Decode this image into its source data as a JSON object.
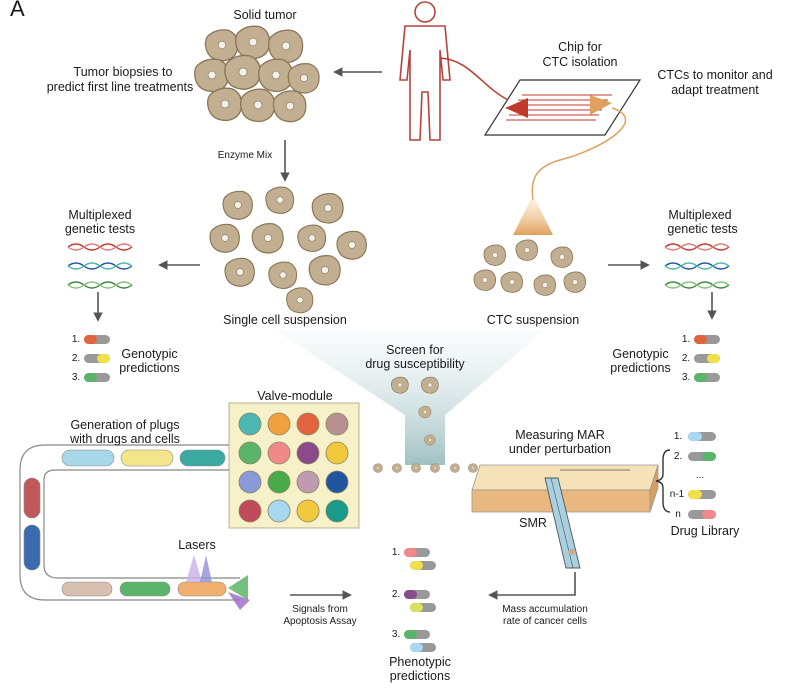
{
  "panel_letter": "A",
  "labels": {
    "solid_tumor": "Solid tumor",
    "chip_line1": "Chip for",
    "chip_line2": "CTC isolation",
    "biopsies_line1": "Tumor biopsies to",
    "biopsies_line2": "predict first line treatments",
    "ctc_monitor_line1": "CTCs to monitor and",
    "ctc_monitor_line2": "adapt treatment",
    "enzyme_mix": "Enzyme Mix",
    "multiplexed_left_1": "Multiplexed",
    "multiplexed_left_2": "genetic tests",
    "multiplexed_right_1": "Multiplexed",
    "multiplexed_right_2": "genetic tests",
    "single_cell": "Single cell suspension",
    "ctc_suspension": "CTC suspension",
    "genotypic_left_1": "Genotypic",
    "genotypic_left_2": "predictions",
    "genotypic_right_1": "Genotypic",
    "genotypic_right_2": "predictions",
    "screen_line1": "Screen for",
    "screen_line2": "drug susceptibility",
    "valve_module": "Valve-module",
    "plugs_line1": "Generation of plugs",
    "plugs_line2": "with drugs and cells",
    "mar_line1": "Measuring MAR",
    "mar_line2": "under perturbation",
    "smr": "SMR",
    "drug_library": "Drug Library",
    "lasers": "Lasers",
    "signals_line1": "Signals from",
    "signals_line2": "Apoptosis Assay",
    "mass_line1": "Mass accumulation",
    "mass_line2": "rate of cancer cells",
    "phenotypic_line1": "Phenotypic",
    "phenotypic_line2": "predictions"
  },
  "list_numbers": [
    "1.",
    "2.",
    "3."
  ],
  "drug_library_numbers": [
    "1.",
    "2.",
    "...",
    "n-1",
    "n"
  ],
  "colors": {
    "cell": "#c2ae90",
    "cell_edge": "#8a7658",
    "funnel": "#8fb5b8",
    "chip_red": "#c0392b",
    "body_red": "#b5443a",
    "smr_tan": "#e8c48f"
  },
  "valve_colors": [
    "#4ab7b0",
    "#f2a03d",
    "#e0653c",
    "#b89090",
    "#5ab56a",
    "#f08a8a",
    "#8a4b8a",
    "#f2c93d",
    "#8a9ad8",
    "#4aaa4a",
    "#c09ab0",
    "#2255a0",
    "#c04a5a",
    "#a8d8f0",
    "#f2c93d",
    "#1a9a8a"
  ]
}
